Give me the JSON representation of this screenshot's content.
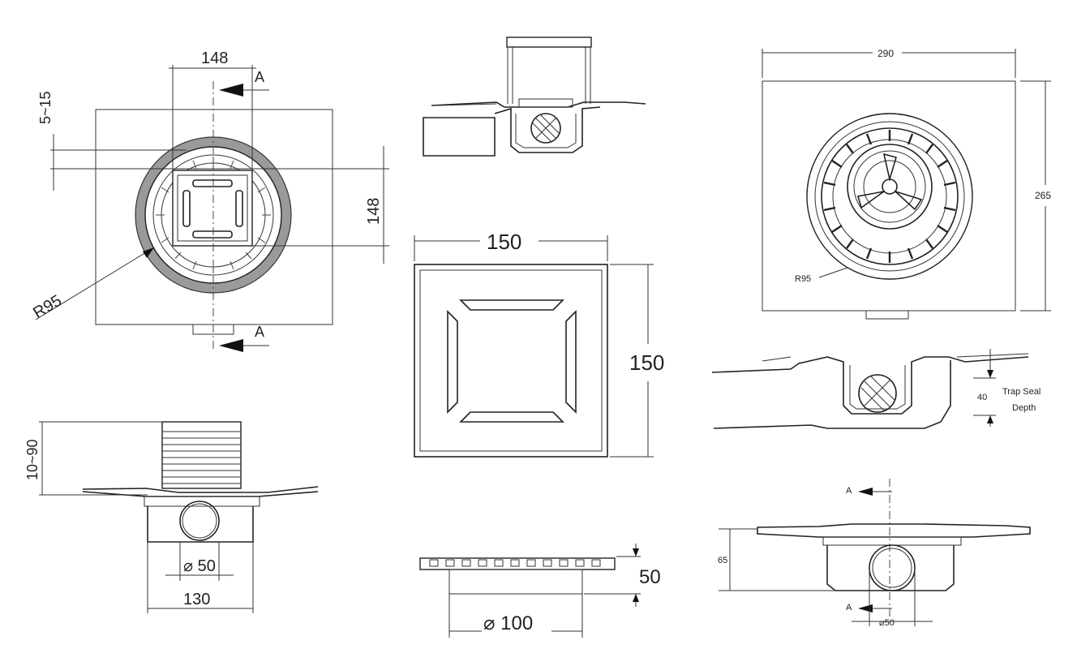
{
  "dimensions": {
    "top_left_width": "148",
    "top_left_adjust": "5~15",
    "top_left_height": "148",
    "top_left_radius": "R95",
    "section_marker_top": "A",
    "section_marker_bottom": "A",
    "top_right_width": "290",
    "top_right_height": "265",
    "top_right_radius": "R95",
    "grate_width": "150",
    "grate_height": "150",
    "trap_seal_value": "40",
    "trap_seal_label_line1": "Trap Seal",
    "trap_seal_label_line2": "Depth",
    "side_height_range": "10~90",
    "side_outlet_dia": "⌀ 50",
    "side_body_width": "130",
    "frame_height": "50",
    "frame_dia": "⌀ 100",
    "right_side_height": "65",
    "right_side_dia": "⌀50",
    "right_section_top": "A",
    "right_section_bottom": "A"
  }
}
